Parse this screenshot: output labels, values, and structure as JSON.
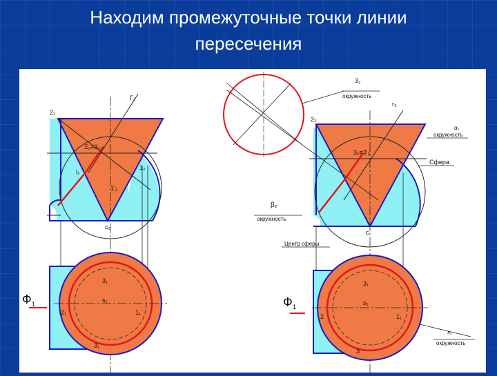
{
  "slide": {
    "title_line1": "Находим промежуточные точки линии",
    "title_line2": "пересечения"
  },
  "colors": {
    "background": "#0a3c9c",
    "cone": "#f07a45",
    "cylinder": "#8ff0f5",
    "outline": "#1a1ac8",
    "red_line": "#e01818"
  },
  "left_view": {
    "label_gamma": "Г₂",
    "label_z2": "2₂",
    "label_32": "Ξ₂≡3₂",
    "label_12": "1₂",
    "label_i2": "i₂",
    "label_11_top": "1'₂",
    "label_c2": "с₂",
    "label_phi": "Ф",
    "label_phi_sub": "1",
    "label_31": "3₁",
    "label_s1": "s₁",
    "label_21": "2₁",
    "label_11": "1₁",
    "label_bot": "3₁"
  },
  "right_view": {
    "label_3z": "3₂",
    "label_okr1": "окружность",
    "label_r2": "г₂",
    "label_22": "2₂",
    "label_a2": "α₂",
    "label_okr2": "окружность",
    "label_33": "3₂≡3'₂",
    "label_sphere": "Сфера",
    "label_beta": "β₂",
    "label_okr3": "окружность",
    "label_center": "Центр сферы",
    "label_c": "с",
    "label_phi": "Ф",
    "label_phi_sub": "1",
    "label_31": "3₁",
    "label_s": "s₁",
    "label_2": "2",
    "label_1": "1₁",
    "label_x1": "x₁",
    "label_okr4": "окружность",
    "label_bot": "3"
  }
}
